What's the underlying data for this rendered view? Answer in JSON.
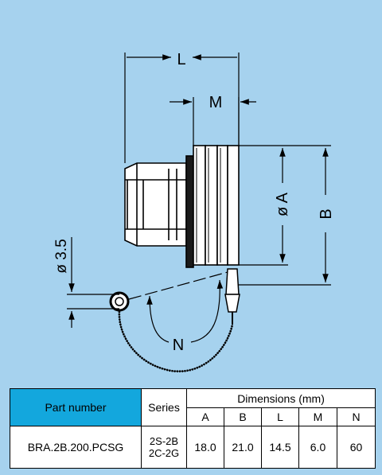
{
  "diagram": {
    "dimension_labels": {
      "L": "L",
      "M": "M",
      "A": "ø A",
      "B": "B",
      "hole": "ø 3.5",
      "N": "N"
    }
  },
  "table": {
    "part_number_header": "Part number",
    "series_header": "Series",
    "dimensions_header": "Dimensions (mm)",
    "columns": [
      "A",
      "B",
      "L",
      "M",
      "N"
    ],
    "row": {
      "part_number": "BRA.2B.200.PCSG",
      "series_line1": "2S-2B",
      "series_line2": "2C-2G",
      "values": [
        "18.0",
        "21.0",
        "14.5",
        "6.0",
        "60"
      ]
    }
  }
}
